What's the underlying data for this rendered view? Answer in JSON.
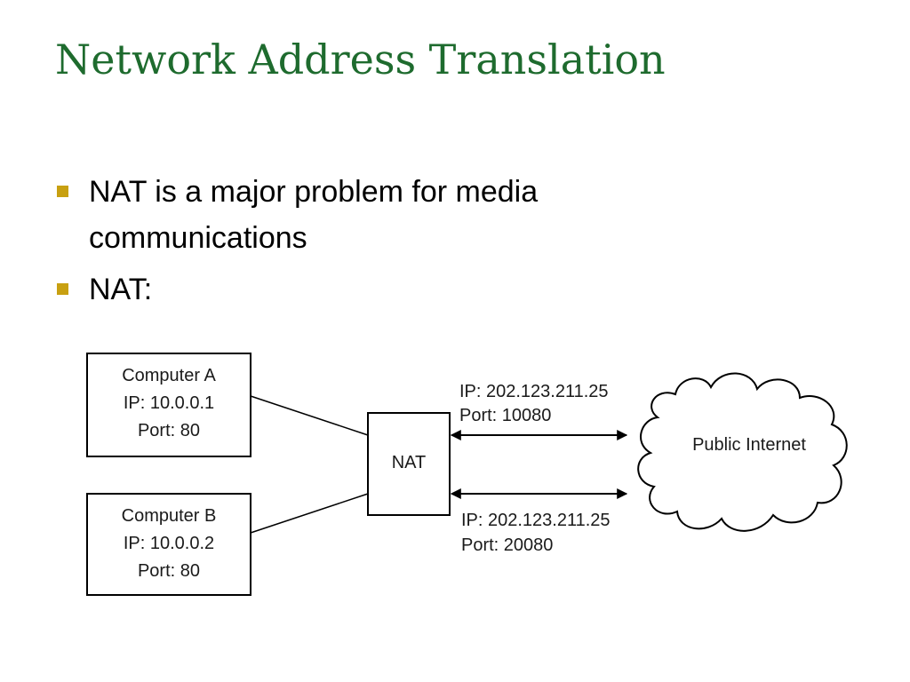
{
  "slide": {
    "title": "Network Address Translation",
    "bullets": [
      "NAT is a major problem for media communications",
      "NAT:"
    ],
    "colors": {
      "title": "#1e6b2e",
      "bullet_marker": "#c8a011",
      "line": "#000000"
    }
  },
  "diagram": {
    "computer_a": {
      "name": "Computer A",
      "ip": "IP: 10.0.0.1",
      "port": "Port: 80"
    },
    "computer_b": {
      "name": "Computer B",
      "ip": "IP: 10.0.0.2",
      "port": "Port: 80"
    },
    "nat": {
      "label": "NAT"
    },
    "link_top": {
      "ip": "IP: 202.123.211.25",
      "port": "Port: 10080"
    },
    "link_bottom": {
      "ip": "IP: 202.123.211.25",
      "port": "Port: 20080"
    },
    "cloud": {
      "label": "Public Internet"
    }
  }
}
